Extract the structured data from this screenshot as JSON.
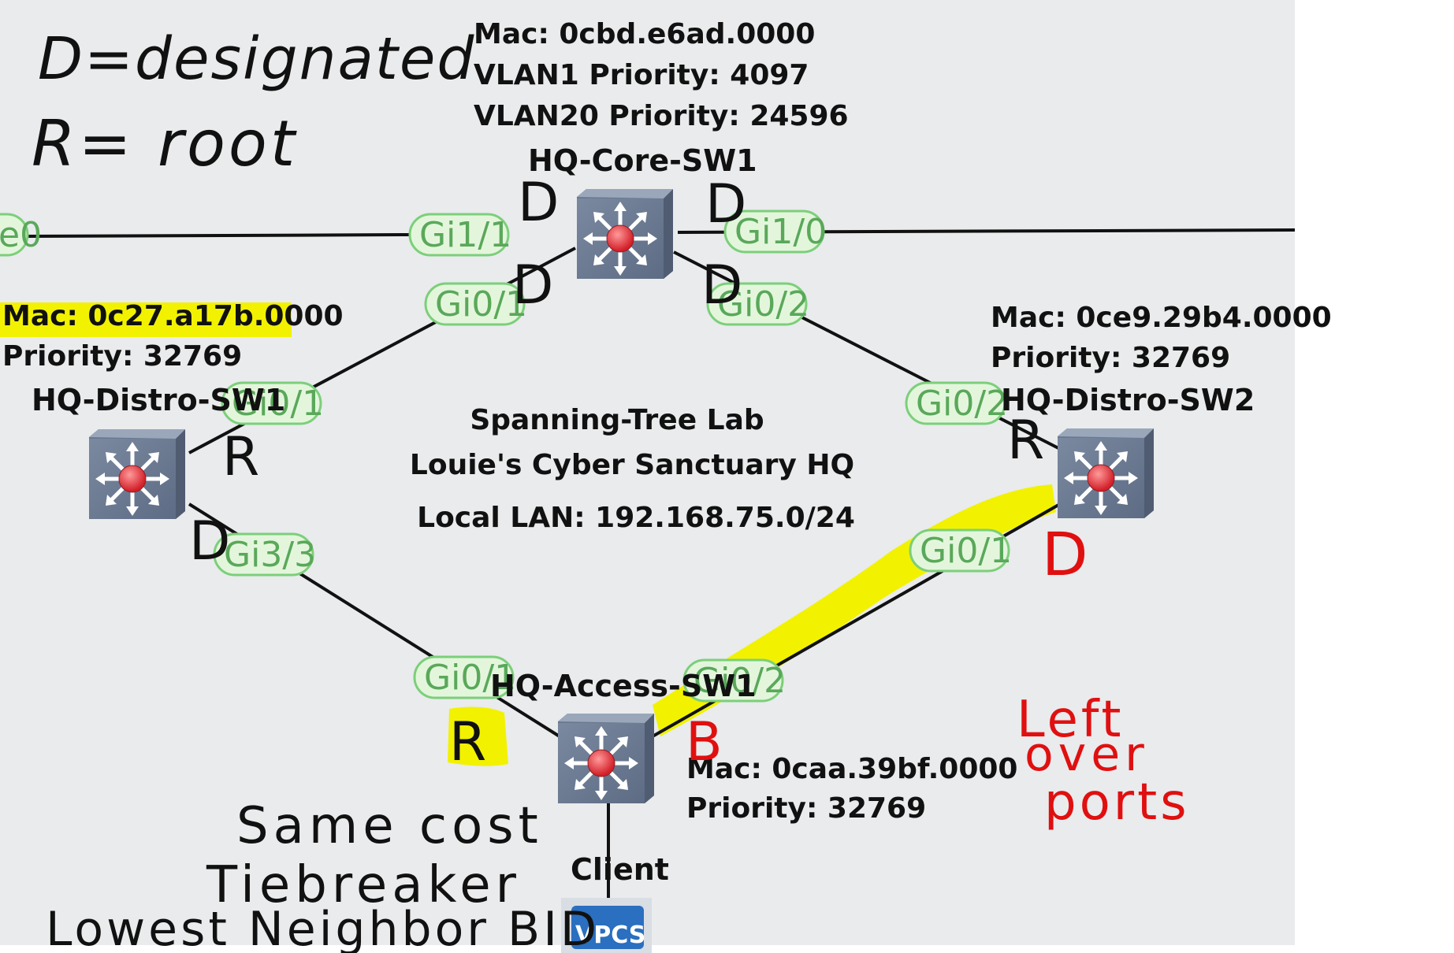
{
  "colors": {
    "canvas_bg": "#e9ebed",
    "link": "#111111",
    "port_fill": "#e3f6dc",
    "port_stroke": "#7ccf7a",
    "highlight": "#f2f200",
    "annotation_red": "#e01010"
  },
  "legend": {
    "designated": "D=designated",
    "root": "R= root"
  },
  "devices": {
    "core": {
      "name": "HQ-Core-SW1",
      "mac": "Mac: 0cbd.e6ad.0000",
      "vlan1": "VLAN1 Priority: 4097",
      "vlan20": "VLAN20 Priority: 24596",
      "icon": "switch-icon"
    },
    "distro1": {
      "name": "HQ-Distro-SW1",
      "mac": "Mac: 0c27.a17b.0000",
      "priority": "Priority: 32769",
      "icon": "switch-icon"
    },
    "distro2": {
      "name": "HQ-Distro-SW2",
      "mac": "Mac: 0ce9.29b4.0000",
      "priority": "Priority: 32769",
      "icon": "switch-icon"
    },
    "access": {
      "name": "HQ-Access-SW1",
      "mac": "Mac: 0caa.39bf.0000",
      "priority": "Priority: 32769",
      "icon": "switch-icon"
    },
    "client": {
      "name": "Client",
      "badge": "VPCS",
      "icon": "vpcs-icon"
    }
  },
  "ports": {
    "left_edge": "e0",
    "core_gi1_1": "Gi1/1",
    "core_gi1_0": "Gi1/0",
    "core_gi0_1": "Gi0/1",
    "core_gi0_2": "Gi0/2",
    "distro1_gi0_1": "Gi0/1",
    "distro1_gi3_3": "Gi3/3",
    "distro2_gi0_2": "Gi0/2",
    "distro2_gi0_1": "Gi0/1",
    "access_gi0_1": "Gi0/1",
    "access_gi0_2": "Gi0/2"
  },
  "center": {
    "title": "Spanning-Tree Lab",
    "subtitle": "Louie's Cyber Sanctuary HQ",
    "lan": "Local LAN: 192.168.75.0/24"
  },
  "annotations": {
    "port_roles": {
      "core_gi1_1": "D",
      "core_gi1_0": "D",
      "core_gi0_1": "D",
      "core_gi0_2": "D",
      "distro1_gi0_1": "R",
      "distro1_gi3_3": "D",
      "distro2_gi0_2": "R",
      "distro2_gi0_1": "D",
      "access_gi0_1": "R",
      "access_gi0_2": "B"
    },
    "tiebreak_line1": "Same cost",
    "tiebreak_line2": "Tiebreaker",
    "tiebreak_line3": "Lowest Neighbor BID",
    "leftover_line1": "Left",
    "leftover_line2": "over",
    "leftover_line3": "ports"
  }
}
